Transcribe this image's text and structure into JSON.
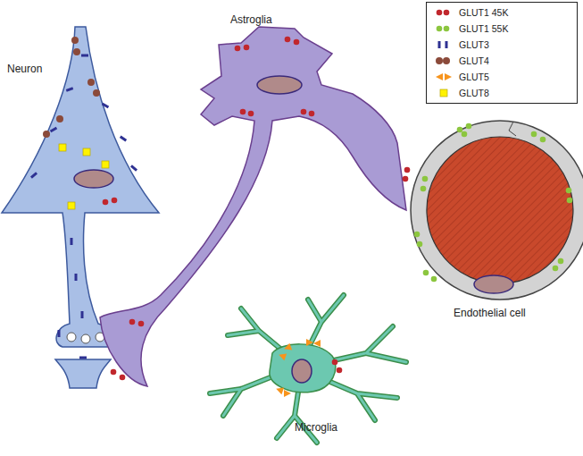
{
  "diagram": {
    "labels": [
      "Neuron",
      "Astroglia",
      "Endothelial cell",
      "Microglia"
    ],
    "legend": [
      {
        "text": "GLUT1 45K",
        "color": "#c1272d"
      },
      {
        "text": "GLUT1 55K",
        "color": "#8cc63f"
      },
      {
        "text": "GLUT3",
        "color": "#2e3192"
      },
      {
        "text": "GLUT4",
        "color": "#8b4a3a"
      },
      {
        "text": "GLUT5",
        "color": "#f7941d"
      },
      {
        "text": "GLUT8",
        "color": "#fff200"
      }
    ]
  }
}
